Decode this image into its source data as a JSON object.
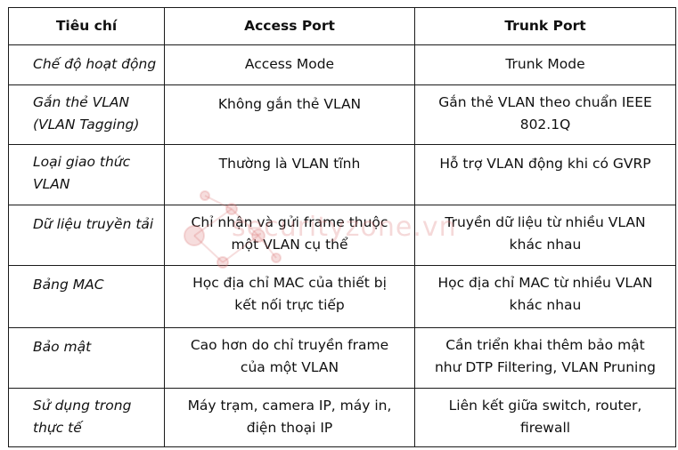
{
  "headers": {
    "criteria": "Tiêu chí",
    "access": "Access Port",
    "trunk": "Trunk Port"
  },
  "rows": [
    {
      "criteria": "Chế độ hoạt động",
      "access": "Access Mode",
      "trunk": "Trunk Mode"
    },
    {
      "criteria": "Gắn thẻ VLAN\n(VLAN Tagging)",
      "access": "Không gắn thẻ VLAN",
      "trunk": "Gắn thẻ VLAN theo chuẩn IEEE\n802.1Q"
    },
    {
      "criteria": "Loại giao thức\nVLAN",
      "access": "Thường là VLAN tĩnh",
      "trunk": "Hỗ trợ VLAN động khi có GVRP"
    },
    {
      "criteria": "Dữ liệu truyền tải",
      "access": "Chỉ nhận và gửi frame thuộc\nmột VLAN cụ thể",
      "trunk": "Truyền dữ liệu từ nhiều VLAN\nkhác nhau"
    },
    {
      "criteria": "Bảng MAC",
      "access": "Học địa chỉ MAC của thiết bị\nkết nối trực tiếp",
      "trunk": "Học địa chỉ MAC từ nhiều VLAN\nkhác nhau"
    },
    {
      "criteria": "Bảo mật",
      "access": "Cao hơn do chỉ truyền frame\ncủa một VLAN",
      "trunk": "Cần triển khai thêm bảo mật\nnhư DTP Filtering, VLAN Pruning"
    },
    {
      "criteria": "Sử dụng trong\nthực tế",
      "access": "Máy trạm, camera IP, máy in,\nđiện thoại IP",
      "trunk": "Liên kết giữa switch, router,\nfirewall"
    }
  ],
  "watermark": "securityzone.vn",
  "colors": {
    "border": "#1a1a1a",
    "watermark": "#dc7878"
  }
}
